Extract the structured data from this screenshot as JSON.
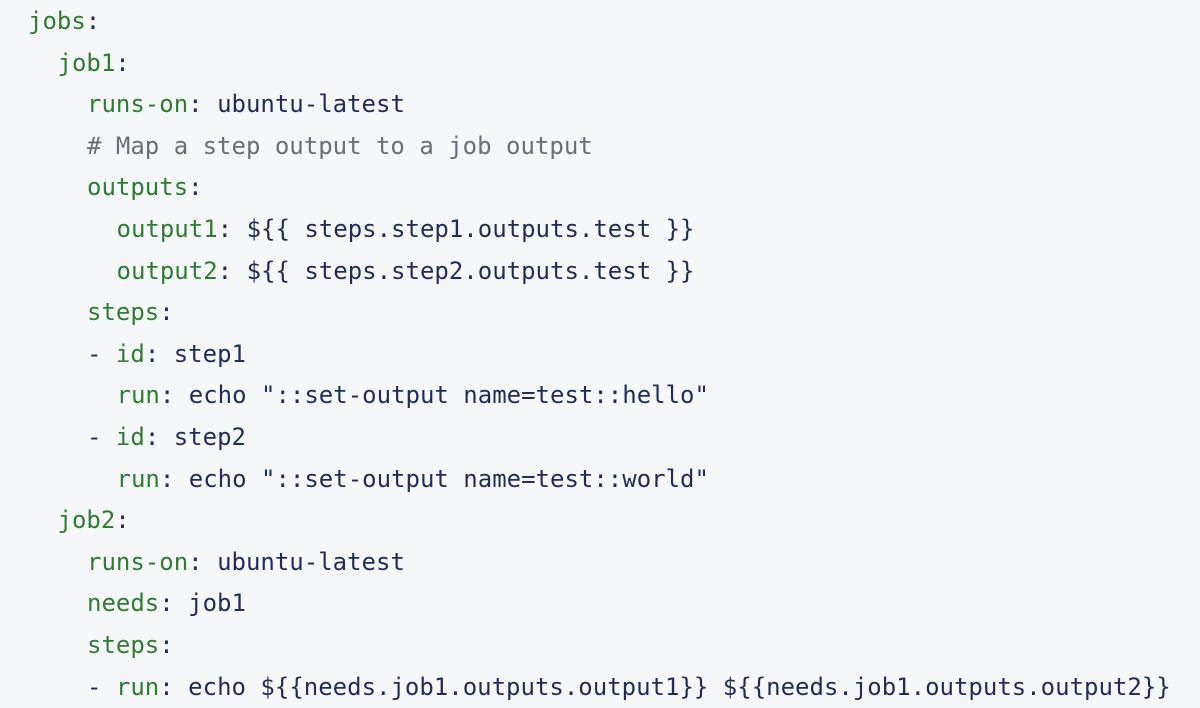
{
  "code": {
    "lines": [
      {
        "indent": 0,
        "tokens": [
          {
            "t": "key",
            "v": "jobs"
          },
          {
            "t": "punc",
            "v": ":"
          }
        ]
      },
      {
        "indent": 1,
        "tokens": [
          {
            "t": "key",
            "v": "job1"
          },
          {
            "t": "punc",
            "v": ":"
          }
        ]
      },
      {
        "indent": 2,
        "tokens": [
          {
            "t": "key",
            "v": "runs-on"
          },
          {
            "t": "punc",
            "v": ": "
          },
          {
            "t": "val",
            "v": "ubuntu-latest"
          }
        ]
      },
      {
        "indent": 2,
        "tokens": [
          {
            "t": "comment",
            "v": "# Map a step output to a job output"
          }
        ]
      },
      {
        "indent": 2,
        "tokens": [
          {
            "t": "key",
            "v": "outputs"
          },
          {
            "t": "punc",
            "v": ":"
          }
        ]
      },
      {
        "indent": 3,
        "tokens": [
          {
            "t": "key",
            "v": "output1"
          },
          {
            "t": "punc",
            "v": ": "
          },
          {
            "t": "val",
            "v": "${{ steps.step1.outputs.test }}"
          }
        ]
      },
      {
        "indent": 3,
        "tokens": [
          {
            "t": "key",
            "v": "output2"
          },
          {
            "t": "punc",
            "v": ": "
          },
          {
            "t": "val",
            "v": "${{ steps.step2.outputs.test }}"
          }
        ]
      },
      {
        "indent": 2,
        "tokens": [
          {
            "t": "key",
            "v": "steps"
          },
          {
            "t": "punc",
            "v": ":"
          }
        ]
      },
      {
        "indent": 2,
        "tokens": [
          {
            "t": "punc",
            "v": "- "
          },
          {
            "t": "key",
            "v": "id"
          },
          {
            "t": "punc",
            "v": ": "
          },
          {
            "t": "val",
            "v": "step1"
          }
        ]
      },
      {
        "indent": 3,
        "tokens": [
          {
            "t": "key",
            "v": "run"
          },
          {
            "t": "punc",
            "v": ": "
          },
          {
            "t": "val",
            "v": "echo \"::set-output name=test::hello\""
          }
        ]
      },
      {
        "indent": 2,
        "tokens": [
          {
            "t": "punc",
            "v": "- "
          },
          {
            "t": "key",
            "v": "id"
          },
          {
            "t": "punc",
            "v": ": "
          },
          {
            "t": "val",
            "v": "step2"
          }
        ]
      },
      {
        "indent": 3,
        "tokens": [
          {
            "t": "key",
            "v": "run"
          },
          {
            "t": "punc",
            "v": ": "
          },
          {
            "t": "val",
            "v": "echo \"::set-output name=test::world\""
          }
        ]
      },
      {
        "indent": 1,
        "tokens": [
          {
            "t": "key",
            "v": "job2"
          },
          {
            "t": "punc",
            "v": ":"
          }
        ]
      },
      {
        "indent": 2,
        "tokens": [
          {
            "t": "key",
            "v": "runs-on"
          },
          {
            "t": "punc",
            "v": ": "
          },
          {
            "t": "val",
            "v": "ubuntu-latest"
          }
        ]
      },
      {
        "indent": 2,
        "tokens": [
          {
            "t": "key",
            "v": "needs"
          },
          {
            "t": "punc",
            "v": ": "
          },
          {
            "t": "val",
            "v": "job1"
          }
        ]
      },
      {
        "indent": 2,
        "tokens": [
          {
            "t": "key",
            "v": "steps"
          },
          {
            "t": "punc",
            "v": ":"
          }
        ]
      },
      {
        "indent": 2,
        "tokens": [
          {
            "t": "punc",
            "v": "- "
          },
          {
            "t": "key",
            "v": "run"
          },
          {
            "t": "punc",
            "v": ": "
          },
          {
            "t": "val",
            "v": "echo ${{needs.job1.outputs.output1}} ${{needs.job1.outputs.output2}}"
          }
        ]
      }
    ]
  },
  "colors": {
    "background": "#f6f7f9",
    "key": "#2e7d32",
    "value": "#1f2d5c",
    "comment": "#6a6f77"
  }
}
